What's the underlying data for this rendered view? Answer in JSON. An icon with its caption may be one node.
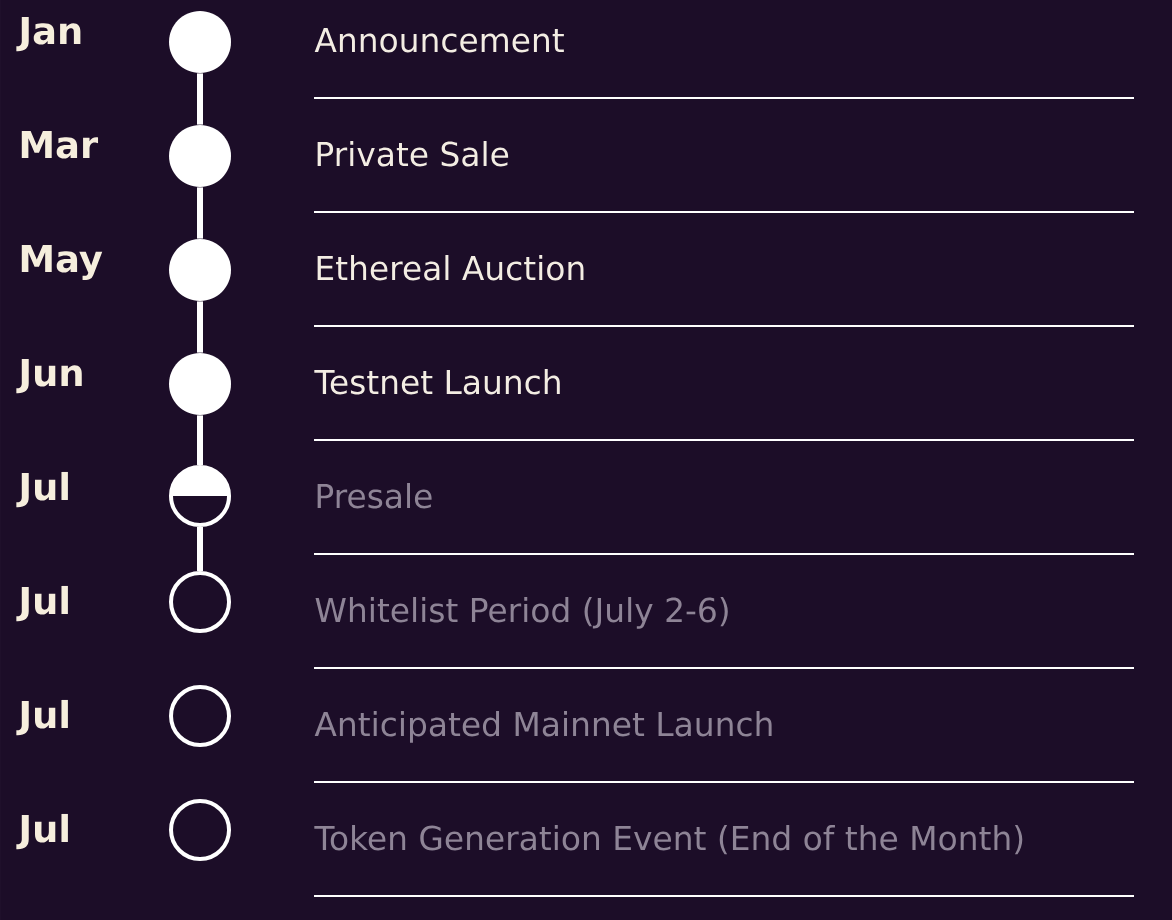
{
  "diagram": {
    "nodes": [
      {
        "text": [],
        "shape": "circle",
        "beside": [
          "Jan",
          "Announcement"
        ]
      },
      {
        "text": [],
        "shape": "circle",
        "beside": [
          "Mar",
          "Private Sale"
        ]
      },
      {
        "text": [],
        "shape": "circle",
        "beside": [
          "May",
          "Ethereal Auction"
        ]
      },
      {
        "text": [],
        "shape": "circle",
        "beside": [
          "Jun",
          "Testnet Launch"
        ]
      },
      {
        "text": [],
        "shape": "circle",
        "beside": [
          "Jul",
          "Presale"
        ]
      },
      {
        "text": [],
        "shape": "circle",
        "beside": [
          "Jul",
          "Whitelist Period (July 2-6)"
        ]
      },
      {
        "text": [],
        "shape": "circle",
        "beside": [
          "Jul",
          "Anticipated Mainnet Launch"
        ]
      },
      {
        "text": [],
        "shape": "circle",
        "beside": [
          "Jul",
          "Token Generation Event (End of the Month)"
        ]
      }
    ],
    "edges": [
      {
        "from": 0,
        "to": 1,
        "arrow": "none"
      },
      {
        "from": 1,
        "to": 2,
        "arrow": "none"
      },
      {
        "from": 2,
        "to": 3,
        "arrow": "none"
      },
      {
        "from": 3,
        "to": 4,
        "arrow": "none"
      },
      {
        "from": 4,
        "to": 5,
        "arrow": "none"
      }
    ]
  }
}
